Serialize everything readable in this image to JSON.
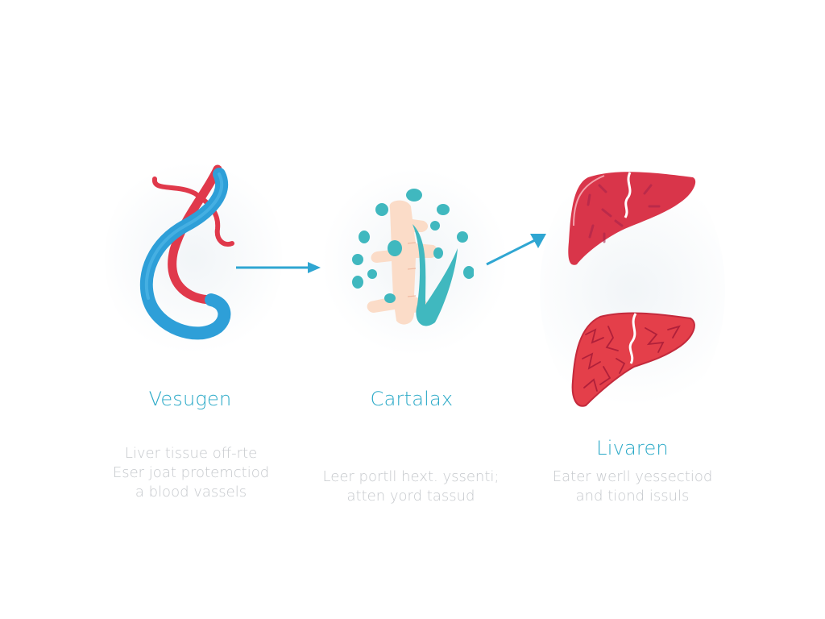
{
  "diagram": {
    "colors": {
      "accent": "#2aa9c7",
      "arrow": "#2fa6d2",
      "vessel_blue": "#2e9fd8",
      "vessel_red": "#e0394b",
      "cartilage": "#fbdcc8",
      "teal_cells": "#40b8bf",
      "liver_red": "#d9354a",
      "caption_gray": "#c6c9cd"
    },
    "stages": [
      {
        "title": "Vesugen",
        "icon": "blood-vessels-icon",
        "caption": [
          "Liver tissue off-rte",
          "Eser joat protemctiod",
          "a blood vassels"
        ]
      },
      {
        "title": "Cartalax",
        "icon": "cartilage-cells-icon",
        "caption": [
          "Leer portll hext. yssenti;",
          "atten yord tassud"
        ]
      },
      {
        "title": "Livaren",
        "icon": "liver-icon",
        "caption": [
          "Eater werll yessectiod",
          "and tiond issuls"
        ]
      }
    ],
    "arrows": [
      {
        "from": "Vesugen",
        "to": "Cartalax",
        "icon": "arrow-right-icon"
      },
      {
        "from": "Cartalax",
        "to": "Livaren",
        "icon": "arrow-up-right-icon"
      }
    ]
  }
}
